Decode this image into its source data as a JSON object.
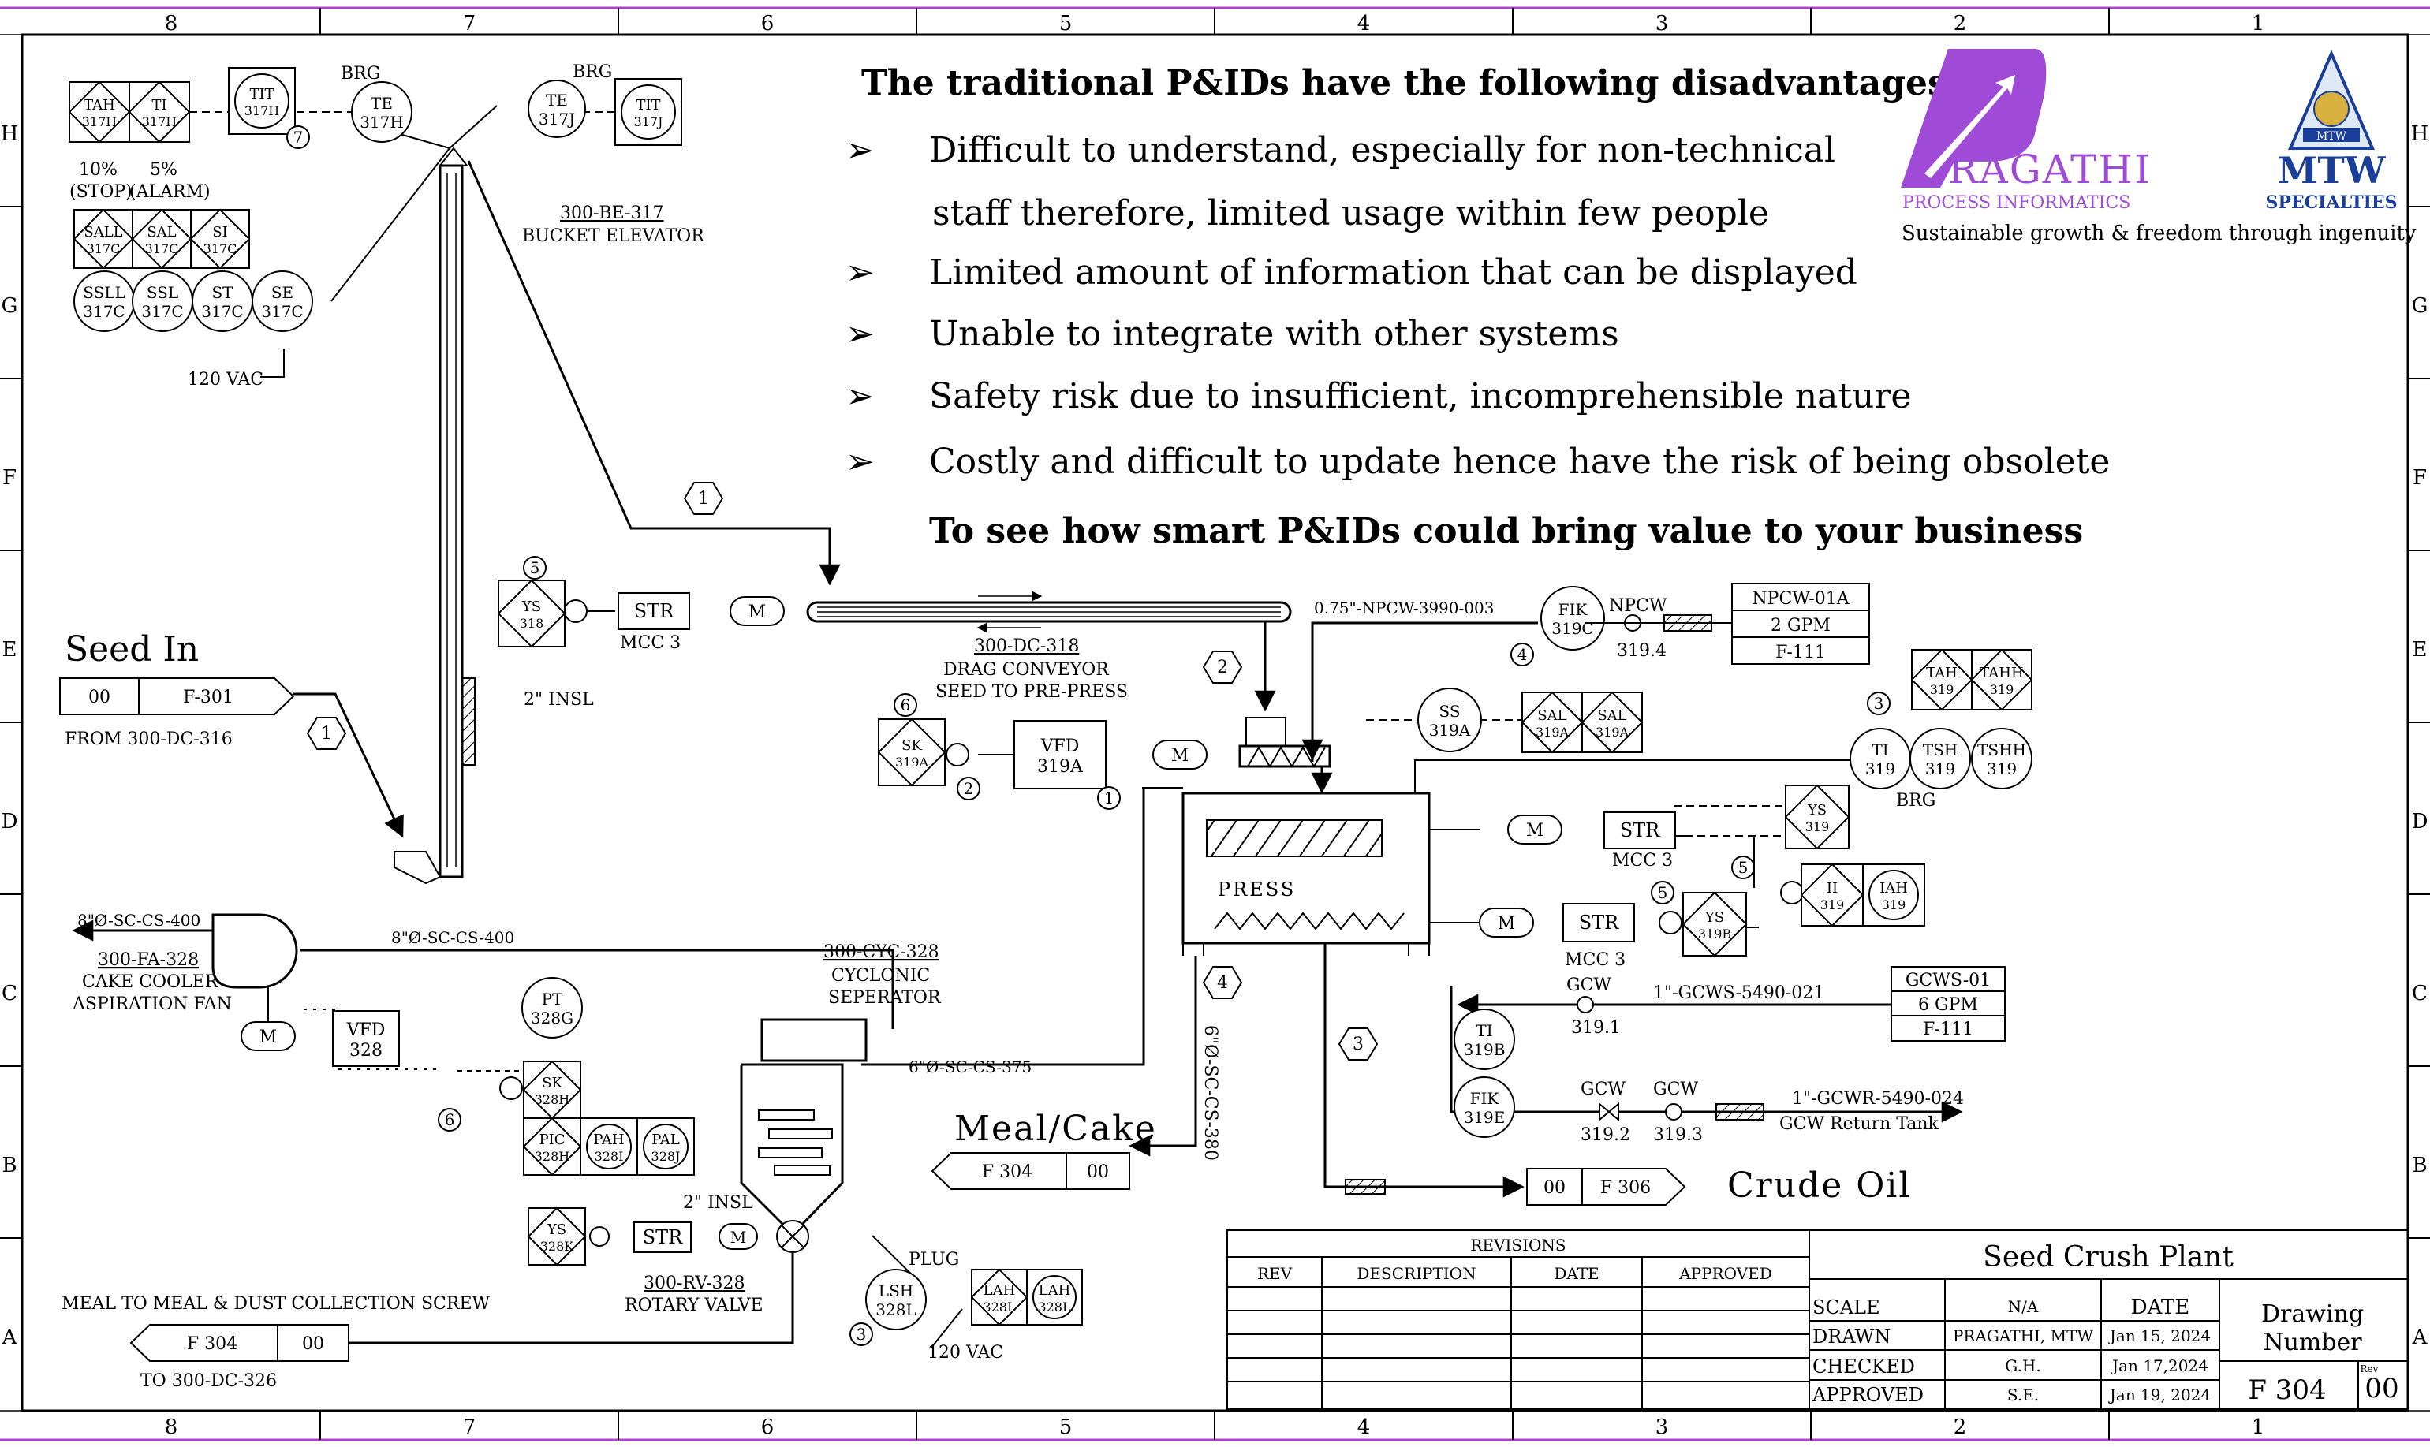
{
  "border": {
    "zones_top": [
      "8",
      "7",
      "6",
      "5",
      "4",
      "3",
      "2",
      "1"
    ],
    "zones_bottom": [
      "8",
      "7",
      "6",
      "5",
      "4",
      "3",
      "2",
      "1"
    ],
    "rows_left": [
      "H",
      "G",
      "F",
      "E",
      "D",
      "C",
      "B",
      "A"
    ],
    "rows_right": [
      "H",
      "G",
      "F",
      "E",
      "D",
      "C",
      "B",
      "A"
    ]
  },
  "note": {
    "title": "The traditional P&IDs have the following disadvantages",
    "bullets": [
      "Difficult to understand, especially for non-technical",
      "staff therefore, limited usage within few people",
      "Limited amount of information that can be displayed",
      "Unable to integrate with other systems",
      "Safety risk due to insufficient, incomprehensible nature",
      "Costly and difficult to update hence have the risk of being obsolete"
    ],
    "bullet_mark": "➢",
    "cta": "To see how smart P&IDs could bring value to your business"
  },
  "logos": {
    "pragathi_letter": "P",
    "pragathi_name": "RAGATHI",
    "pragathi_sub": "PROCESS INFORMATICS",
    "mtw_badge": "MTW",
    "mtw_name": "MTW",
    "mtw_sub": "SPECIALTIES",
    "tagline": "Sustainable growth & freedom through ingenuity",
    "colors": {
      "pragathi": "#a04ad8",
      "mtw_blue": "#1a3f9a",
      "mtw_gold": "#d8b040"
    }
  },
  "instruments": {
    "tah317h": {
      "a": "TAH",
      "b": "317H"
    },
    "ti317h": {
      "a": "TI",
      "b": "317H"
    },
    "tit317h": {
      "a": "TIT",
      "b": "317H"
    },
    "te317h": {
      "a": "TE",
      "b": "317H"
    },
    "brg1": "BRG",
    "te317j": {
      "a": "TE",
      "b": "317J"
    },
    "tit317j": {
      "a": "TIT",
      "b": "317J"
    },
    "brg2": "BRG",
    "n7": "7",
    "pct10": "10%",
    "stop": "(STOP)",
    "pct5": "5%",
    "alarm": "(ALARM)",
    "sall317c": {
      "a": "SALL",
      "b": "317C"
    },
    "sal317c": {
      "a": "SAL",
      "b": "317C"
    },
    "si317c": {
      "a": "SI",
      "b": "317C"
    },
    "ssll317c": {
      "a": "SSLL",
      "b": "317C"
    },
    "ssl317c": {
      "a": "SSL",
      "b": "317C"
    },
    "st317c": {
      "a": "ST",
      "b": "317C"
    },
    "se317c": {
      "a": "SE",
      "b": "317C"
    },
    "vac1": "120 VAC",
    "be_tag": "300-BE-317",
    "be_name": "BUCKET ELEVATOR",
    "n5a": "5",
    "ys318": {
      "a": "YS",
      "b": "318"
    },
    "str318": "STR",
    "mcc3a": "MCC 3",
    "motor": "M",
    "n1a": "1",
    "n1b": "1",
    "dc_tag": "300-DC-318",
    "dc_name1": "DRAG CONVEYOR",
    "dc_name2": "SEED TO PRE-PRESS",
    "insl1": "2\" INSL",
    "seed_in": "Seed In",
    "seed_ref": {
      "rev": "00",
      "sheet": "F-301"
    },
    "from": "FROM 300-DC-316",
    "npcw_line": "0.75\"-NPCW-3990-003",
    "fik319c": {
      "a": "FIK",
      "b": "319C"
    },
    "n4a": "4",
    "npcw": "NPCW",
    "v3194": "319.4",
    "npcw_box": [
      "NPCW-01A",
      "2 GPM",
      "F-111"
    ],
    "n2a": "2",
    "n6a": "6",
    "sk319a": {
      "a": "SK",
      "b": "319A"
    },
    "n2b": "2",
    "vfd319a": {
      "a": "VFD",
      "b": "319A"
    },
    "n1c": "1",
    "ss319a": {
      "a": "SS",
      "b": "319A"
    },
    "sal319a_1": {
      "a": "SAL",
      "b": "319A"
    },
    "sal319a_2": {
      "a": "SAL",
      "b": "319A"
    },
    "n3a": "3",
    "tah319": {
      "a": "TAH",
      "b": "319"
    },
    "tahh319": {
      "a": "TAHH",
      "b": "319"
    },
    "ti319": {
      "a": "TI",
      "b": "319"
    },
    "tsh319": {
      "a": "TSH",
      "b": "319"
    },
    "tshh319": {
      "a": "TSHH",
      "b": "319"
    },
    "brg3": "BRG",
    "press": "PRESS",
    "str319a": "STR",
    "mcc3b": "MCC 3",
    "ys319": {
      "a": "YS",
      "b": "319"
    },
    "n5b": "5",
    "ii319": {
      "a": "II",
      "b": "319"
    },
    "iah319": {
      "a": "IAH",
      "b": "319"
    },
    "str319b": "STR",
    "mcc3c": "MCC 3",
    "n5c": "5",
    "ys319b": {
      "a": "YS",
      "b": "319B"
    },
    "gcw1": "GCW",
    "gcws_line": "1\"-GCWS-5490-021",
    "v3191": "319.1",
    "gcws_box": [
      "GCWS-01",
      "6 GPM",
      "F-111"
    ],
    "ti319b": {
      "a": "TI",
      "b": "319B"
    },
    "n3b": "3",
    "fik319e": {
      "a": "FIK",
      "b": "319E"
    },
    "gcw2": "GCW",
    "gcw3": "GCW",
    "v3192": "319.2",
    "v3193": "319.3",
    "gcwr_line": "1\"-GCWR-5490-024",
    "gcwr_tank": "GCW Return Tank",
    "crude_ref": {
      "rev": "00",
      "sheet": "F 306"
    },
    "crude_oil": "Crude Oil",
    "meal_cake": "Meal/Cake",
    "meal_ref": {
      "sheet": "F 304",
      "rev": "00"
    },
    "line_380": "6\"Ø-SC-CS-380",
    "n4b": "4",
    "sc400_out": "8\"Ø-SC-CS-400",
    "fa_tag": "300-FA-328",
    "fa_name1": "CAKE COOLER",
    "fa_name2": "ASPIRATION FAN",
    "sc400": "8\"Ø-SC-CS-400",
    "pt328g": {
      "a": "PT",
      "b": "328G"
    },
    "vfd328": {
      "a": "VFD",
      "b": "328"
    },
    "n6b": "6",
    "sk328h": {
      "a": "SK",
      "b": "328H"
    },
    "pic328h": {
      "a": "PIC",
      "b": "328H"
    },
    "pah328i": {
      "a": "PAH",
      "b": "328I"
    },
    "pal328j": {
      "a": "PAL",
      "b": "328J"
    },
    "cyc_tag": "300-CYC-328",
    "cyc_name1": "CYCLONIC",
    "cyc_name2": "SEPERATOR",
    "sc375": "6\"Ø-SC-CS-375",
    "insl2": "2\" INSL",
    "ys328k": {
      "a": "YS",
      "b": "328K"
    },
    "str328": "STR",
    "rv_tag": "300-RV-328",
    "rv_name": "ROTARY VALVE",
    "plug": "PLUG",
    "lsh328l": {
      "a": "LSH",
      "b": "328L"
    },
    "lah328l_1": {
      "a": "LAH",
      "b": "328L"
    },
    "lah328l_2": {
      "a": "LAH",
      "b": "328L"
    },
    "n3c": "3",
    "vac2": "120 VAC",
    "meal_to": "MEAL TO MEAL & DUST COLLECTION SCREW",
    "meal_to_ref": {
      "sheet": "F 304",
      "rev": "00"
    },
    "to": "TO 300-DC-326"
  },
  "revisions": {
    "title": "REVISIONS",
    "columns": [
      "REV",
      "DESCRIPTION",
      "DATE",
      "APPROVED"
    ]
  },
  "title_block": {
    "title": "Seed Crush Plant",
    "scale_label": "SCALE",
    "scale_value": "N/A",
    "date_header": "DATE",
    "drawn_label": "DRAWN",
    "drawn_value": "PRAGATHI, MTW",
    "drawn_date": "Jan 15, 2024",
    "checked_label": "CHECKED",
    "checked_value": "G.H.",
    "checked_date": "Jan 17,2024",
    "approved_label": "APPROVED",
    "approved_value": "S.E.",
    "approved_date": "Jan 19, 2024",
    "drawing_number_label1": "Drawing",
    "drawing_number_label2": "Number",
    "drawing_number": "F 304",
    "rev_label": "Rev",
    "rev_value": "00"
  }
}
